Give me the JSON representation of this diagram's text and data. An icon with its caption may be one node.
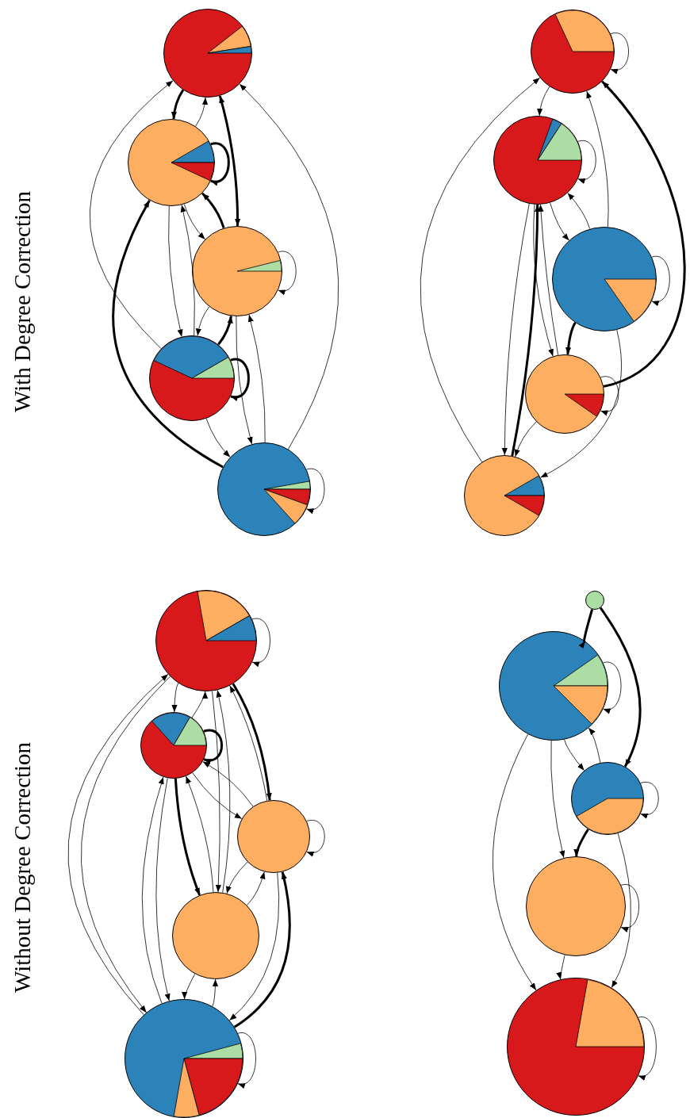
{
  "diagram": {
    "nodes": [
      {
        "text": [],
        "shape": "circle"
      },
      {
        "text": [],
        "shape": "circle"
      },
      {
        "text": [],
        "shape": "circle"
      },
      {
        "text": [],
        "shape": "circle"
      },
      {
        "text": [],
        "shape": "circle"
      },
      {
        "text": [],
        "shape": "circle"
      },
      {
        "text": [],
        "shape": "circle"
      },
      {
        "text": [],
        "shape": "circle"
      },
      {
        "text": [],
        "shape": "circle"
      },
      {
        "text": [],
        "shape": "circle"
      },
      {
        "text": [],
        "shape": "circle"
      },
      {
        "text": [],
        "shape": "circle"
      },
      {
        "text": [],
        "shape": "circle"
      },
      {
        "text": [],
        "shape": "circle"
      },
      {
        "text": [],
        "shape": "circle"
      },
      {
        "text": [],
        "shape": "circle"
      },
      {
        "text": [],
        "shape": "circle"
      },
      {
        "text": [],
        "shape": "circle"
      },
      {
        "text": [],
        "shape": "circle"
      },
      {
        "text": [],
        "shape": "circle"
      }
    ],
    "edges": [
      {
        "from": 0,
        "to": 1,
        "arrow": "to",
        "style": "thick"
      },
      {
        "from": 1,
        "to": 0,
        "arrow": "to"
      },
      {
        "from": 0,
        "to": 2,
        "arrow": "to",
        "style": "thick"
      },
      {
        "from": 2,
        "to": 0,
        "arrow": "to"
      },
      {
        "from": 3,
        "to": 0,
        "arrow": "to"
      },
      {
        "from": 4,
        "to": 0,
        "arrow": "to"
      },
      {
        "from": 1,
        "to": 2,
        "arrow": "to"
      },
      {
        "from": 2,
        "to": 1,
        "arrow": "to",
        "style": "thick"
      },
      {
        "from": 1,
        "to": 3,
        "arrow": "to"
      },
      {
        "from": 3,
        "to": 1,
        "arrow": "to"
      },
      {
        "from": 3,
        "to": 2,
        "arrow": "to",
        "style": "thick"
      },
      {
        "from": 2,
        "to": 3,
        "arrow": "to"
      },
      {
        "from": 4,
        "to": 1,
        "arrow": "to",
        "style": "thick"
      },
      {
        "from": 3,
        "to": 4,
        "arrow": "to"
      },
      {
        "from": 2,
        "to": 4,
        "arrow": "to"
      },
      {
        "from": 4,
        "to": 2,
        "arrow": "to"
      },
      {
        "from": 1,
        "to": 1,
        "arrow": "to",
        "style": "thick"
      },
      {
        "from": 2,
        "to": 2,
        "arrow": "to"
      },
      {
        "from": 3,
        "to": 3,
        "arrow": "to",
        "style": "thick"
      },
      {
        "from": 4,
        "to": 4,
        "arrow": "to"
      },
      {
        "from": 9,
        "to": 5,
        "arrow": "to"
      },
      {
        "from": 5,
        "to": 6,
        "arrow": "to"
      },
      {
        "from": 7,
        "to": 5,
        "arrow": "to"
      },
      {
        "from": 8,
        "to": 5,
        "arrow": "to",
        "style": "thick"
      },
      {
        "from": 6,
        "to": 7,
        "arrow": "to"
      },
      {
        "from": 7,
        "to": 6,
        "arrow": "to"
      },
      {
        "from": 6,
        "to": 9,
        "arrow": "to"
      },
      {
        "from": 9,
        "to": 6,
        "arrow": "to",
        "style": "thick"
      },
      {
        "from": 8,
        "to": 6,
        "arrow": "to"
      },
      {
        "from": 6,
        "to": 8,
        "arrow": "to"
      },
      {
        "from": 7,
        "to": 8,
        "arrow": "to",
        "style": "thick"
      },
      {
        "from": 7,
        "to": 9,
        "arrow": "to"
      },
      {
        "from": 8,
        "to": 9,
        "arrow": "to"
      },
      {
        "from": 5,
        "to": 5,
        "arrow": "to"
      },
      {
        "from": 6,
        "to": 6,
        "arrow": "to"
      },
      {
        "from": 7,
        "to": 7,
        "arrow": "to"
      },
      {
        "from": 8,
        "to": 8,
        "arrow": "to"
      },
      {
        "from": 10,
        "to": 11,
        "arrow": "to"
      },
      {
        "from": 11,
        "to": 10,
        "arrow": "to"
      },
      {
        "from": 10,
        "to": 12,
        "arrow": "to",
        "style": "thick"
      },
      {
        "from": 12,
        "to": 10,
        "arrow": "to"
      },
      {
        "from": 10,
        "to": 13,
        "arrow": "to"
      },
      {
        "from": 13,
        "to": 10,
        "arrow": "to"
      },
      {
        "from": 10,
        "to": 14,
        "arrow": "to"
      },
      {
        "from": 14,
        "to": 10,
        "arrow": "to"
      },
      {
        "from": 11,
        "to": 12,
        "arrow": "to"
      },
      {
        "from": 12,
        "to": 11,
        "arrow": "to"
      },
      {
        "from": 11,
        "to": 13,
        "arrow": "to",
        "style": "thick"
      },
      {
        "from": 13,
        "to": 11,
        "arrow": "to"
      },
      {
        "from": 11,
        "to": 14,
        "arrow": "to"
      },
      {
        "from": 14,
        "to": 11,
        "arrow": "to"
      },
      {
        "from": 12,
        "to": 13,
        "arrow": "to"
      },
      {
        "from": 13,
        "to": 12,
        "arrow": "to"
      },
      {
        "from": 12,
        "to": 14,
        "arrow": "to"
      },
      {
        "from": 14,
        "to": 12,
        "arrow": "to",
        "style": "thick"
      },
      {
        "from": 13,
        "to": 14,
        "arrow": "to"
      },
      {
        "from": 14,
        "to": 13,
        "arrow": "to"
      },
      {
        "from": 10,
        "to": 10,
        "arrow": "to"
      },
      {
        "from": 11,
        "to": 11,
        "arrow": "to",
        "style": "thick"
      },
      {
        "from": 12,
        "to": 12,
        "arrow": "to"
      },
      {
        "from": 14,
        "to": 14,
        "arrow": "to"
      },
      {
        "from": 15,
        "to": 16,
        "arrow": "to",
        "style": "thick"
      },
      {
        "from": 15,
        "to": 17,
        "arrow": "to",
        "style": "thick"
      },
      {
        "from": 16,
        "to": 17,
        "arrow": "to"
      },
      {
        "from": 17,
        "to": 16,
        "arrow": "to"
      },
      {
        "from": 16,
        "to": 18,
        "arrow": "to"
      },
      {
        "from": 16,
        "to": 19,
        "arrow": "to"
      },
      {
        "from": 17,
        "to": 18,
        "arrow": "to",
        "style": "thick"
      },
      {
        "from": 17,
        "to": 19,
        "arrow": "to"
      },
      {
        "from": 18,
        "to": 19,
        "arrow": "to"
      },
      {
        "from": 16,
        "to": 16,
        "arrow": "to"
      },
      {
        "from": 17,
        "to": 17,
        "arrow": "to"
      },
      {
        "from": 18,
        "to": 18,
        "arrow": "to"
      },
      {
        "from": 19,
        "to": 19,
        "arrow": "to"
      }
    ],
    "labels": [
      "With Degree Correction",
      "Without Degree Correction"
    ]
  }
}
